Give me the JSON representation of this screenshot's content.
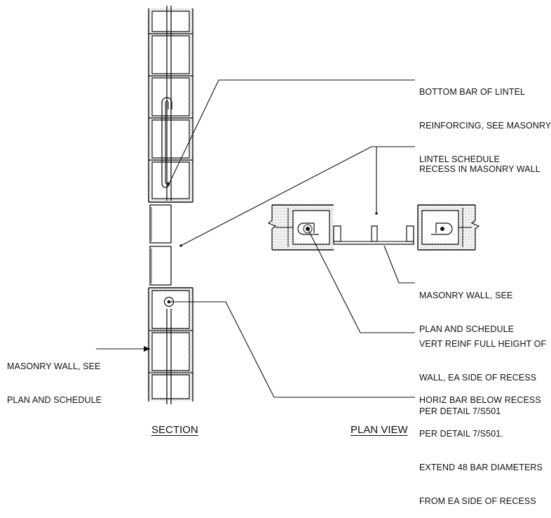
{
  "titles": {
    "section": "SECTION",
    "plan": "PLAN VIEW"
  },
  "callouts": {
    "lintel_bar": [
      "BOTTOM BAR OF LINTEL",
      "REINFORCING, SEE MASONRY",
      "LINTEL SCHEDULE"
    ],
    "recess": [
      "RECESS IN MASONRY WALL"
    ],
    "masonry_wall_plan": [
      "MASONRY WALL, SEE",
      "PLAN AND SCHEDULE"
    ],
    "vert_reinf": [
      "VERT REINF FULL HEIGHT OF",
      "WALL, EA SIDE OF RECESS",
      "PER DETAIL 7/S501"
    ],
    "horiz_bar": [
      "HORIZ BAR BELOW RECESS",
      "PER DETAIL 7/S501.",
      "EXTEND 48 BAR DIAMETERS",
      "FROM EA SIDE OF RECESS"
    ],
    "masonry_wall_section": [
      "MASONRY WALL, SEE",
      "PLAN AND SCHEDULE"
    ]
  }
}
